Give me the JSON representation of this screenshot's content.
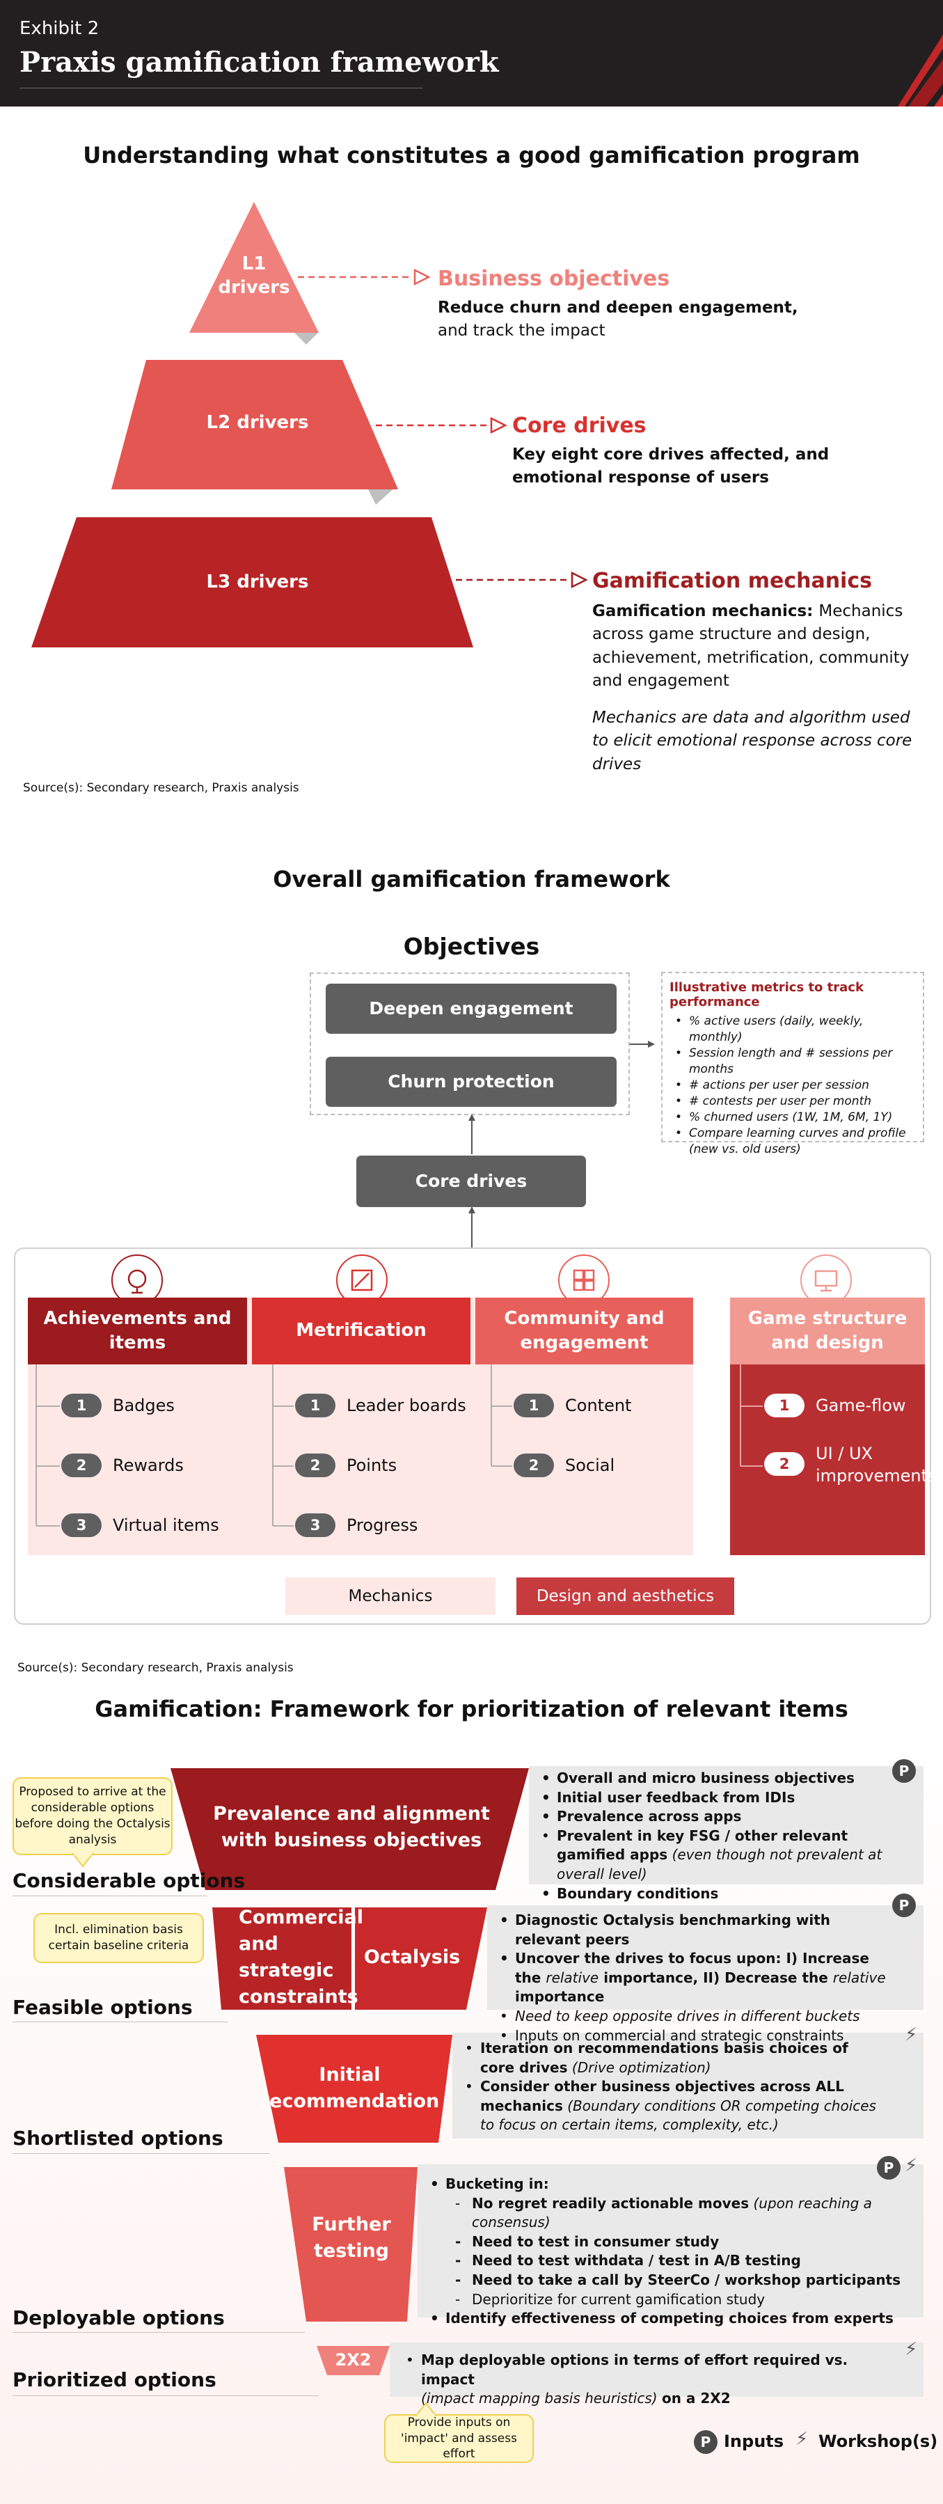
{
  "header": {
    "exhibit": "Exhibit 2",
    "title": "Praxis gamification framework"
  },
  "section1": {
    "title": "Understanding what constitutes a good gamification program",
    "levels": [
      {
        "label": "L1 drivers",
        "title": "Business objectives",
        "desc_bold": "Reduce churn and deepen engagement,",
        "desc": "and track the impact"
      },
      {
        "label": "L2 drivers",
        "title": "Core drives",
        "desc_bold": "Key eight core drives affected, and emotional response of users"
      },
      {
        "label": "L3 drivers",
        "title": "Gamification mechanics",
        "desc_bold": "Gamification mechanics:",
        "desc": "Mechanics across game structure and design, achievement, metrification, community and engagement",
        "note": "Mechanics are data and algorithm used to elicit emotional response across core drives"
      }
    ],
    "source": "Source(s): Secondary research, Praxis analysis"
  },
  "section2": {
    "title": "Overall gamification framework",
    "objectives_title": "Objectives",
    "objectives": [
      "Deepen engagement",
      "Churn protection"
    ],
    "core_drives": "Core drives",
    "metrics_title": "Illustrative metrics to track performance",
    "metrics": [
      "% active users (daily, weekly, monthly)",
      "Session length and # sessions per months",
      "# actions per user per session",
      "# contests per user per month",
      "% churned users (1W, 1M, 6M, 1Y)",
      "Compare learning curves and profile (new vs. old users)"
    ],
    "categories": [
      {
        "name": "Achievements and items",
        "icon": "trophy-icon",
        "items": [
          {
            "n": "1",
            "label": "Badges"
          },
          {
            "n": "2",
            "label": "Rewards"
          },
          {
            "n": "3",
            "label": "Virtual items"
          }
        ]
      },
      {
        "name": "Metrification",
        "icon": "pencil-ruler-icon",
        "items": [
          {
            "n": "1",
            "label": "Leader boards"
          },
          {
            "n": "2",
            "label": "Points"
          },
          {
            "n": "3",
            "label": "Progress"
          }
        ]
      },
      {
        "name": "Community and engagement",
        "icon": "puzzle-icon",
        "items": [
          {
            "n": "1",
            "label": "Content"
          },
          {
            "n": "2",
            "label": "Social"
          }
        ]
      },
      {
        "name": "Game structure and design",
        "icon": "monitor-icon",
        "items": [
          {
            "n": "1",
            "label": "Game-flow"
          },
          {
            "n": "2",
            "label": "UI / UX improvements"
          }
        ]
      }
    ],
    "legend": {
      "mechanics": "Mechanics",
      "design": "Design and aesthetics"
    },
    "source": "Source(s): Secondary research, Praxis analysis"
  },
  "section3": {
    "title": "Gamification: Framework for prioritization of relevant items",
    "stages": [
      "Considerable options",
      "Feasible options",
      "Shortlisted options",
      "Deployable options",
      "Prioritized options"
    ],
    "callouts": [
      "Proposed to arrive at the considerable options before doing the Octalysis analysis",
      "Incl. elimination basis certain baseline criteria",
      "Provide inputs on 'impact' and assess effort"
    ],
    "funnel": {
      "step1": "Prevalence and alignment with business objectives",
      "step2a": "Commercial and strategic constraints",
      "step2b": "Octalysis",
      "step3": "Initial recommendation",
      "step4": "Further testing",
      "step5": "2X2"
    },
    "box1": [
      {
        "bold": "Overall and micro business objectives"
      },
      {
        "bold": "Initial user feedback from IDIs"
      },
      {
        "bold": "Prevalence across apps"
      },
      {
        "bold": "Prevalent in key FSG / other relevant gamified apps",
        "italic": "(even though not prevalent at overall level)"
      },
      {
        "bold": "Boundary conditions"
      }
    ],
    "box2": {
      "l1": "Diagnostic Octalysis benchmarking with relevant peers",
      "l2a": "Uncover the drives to focus upon: I) Increase the",
      "l2b": "relative",
      "l2c": "importance, II) Decrease the",
      "l2d": "relative",
      "l2e": "importance",
      "l3": "Need to keep opposite drives in different buckets",
      "l4": "Inputs on commercial and strategic constraints"
    },
    "box3": {
      "l1": "Iteration on recommendations basis choices of core drives",
      "l1i": "(Drive optimization)",
      "l2": "Consider other business objectives across ALL mechanics",
      "l2i": "(Boundary conditions OR competing choices to focus on certain items, complexity, etc.)"
    },
    "box4": {
      "l1": "Bucketing in:",
      "d1": "No regret readily actionable moves",
      "d1i": "(upon reaching a consensus)",
      "d2": "Need to test in consumer study",
      "d3": "Need to test withdata / test in A/B testing",
      "d4": "Need to take a call by SteerCo / workshop participants",
      "d5": "Deprioritize for current gamification study",
      "l2": "Identify effectiveness of competing choices from experts"
    },
    "box5": {
      "l1": "Map deployable options in terms of effort required  vs. impact",
      "l1i": "(impact mapping basis heuristics)",
      "l1e": "on a 2X2"
    },
    "legend": {
      "p": "P",
      "inputs": "Inputs",
      "workshops": "Workshop(s)"
    }
  },
  "colors": {
    "dark_red": "#9b1b1e",
    "red": "#d9312f",
    "coral": "#e8605b",
    "light_coral": "#f09a92",
    "pink_bg": "#fde8e6",
    "gray": "#5f5f5f"
  }
}
